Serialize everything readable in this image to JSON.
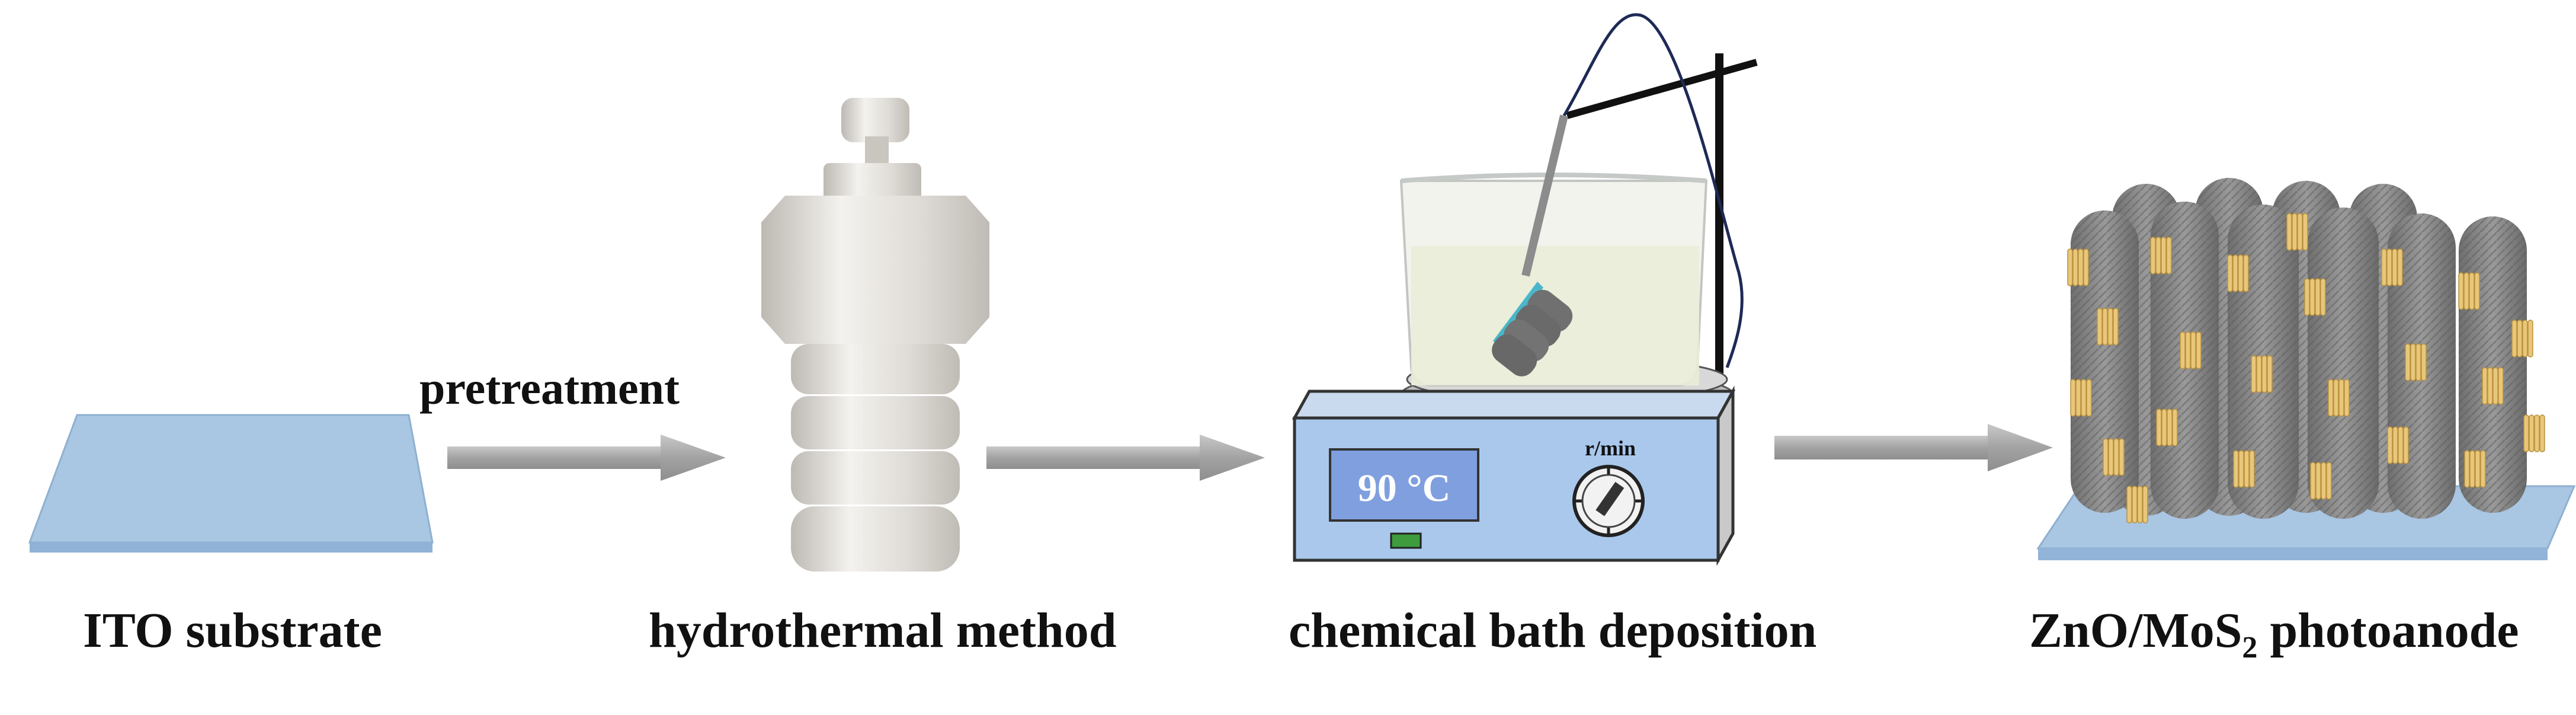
{
  "labels": {
    "ito_substrate": "ITO substrate",
    "pretreatment": "pretreatment",
    "hydrothermal_method": "hydrothermal method",
    "chemical_bath_deposition": "chemical bath deposition",
    "photoanode_prefix": "ZnO/MoS",
    "photoanode_subscript": "2",
    "photoanode_suffix": " photoanode"
  },
  "hotplate": {
    "temperature_display": "90 °C",
    "speed_label": "r/min"
  },
  "colors": {
    "substrate": "#a9c6e3",
    "hotplate_body": "#a9c8ec",
    "arrow": "#a6a6a6",
    "autoclave": "#d9d6d1",
    "nanorod": "#808080",
    "mos2_flake": "#e8c77a"
  }
}
